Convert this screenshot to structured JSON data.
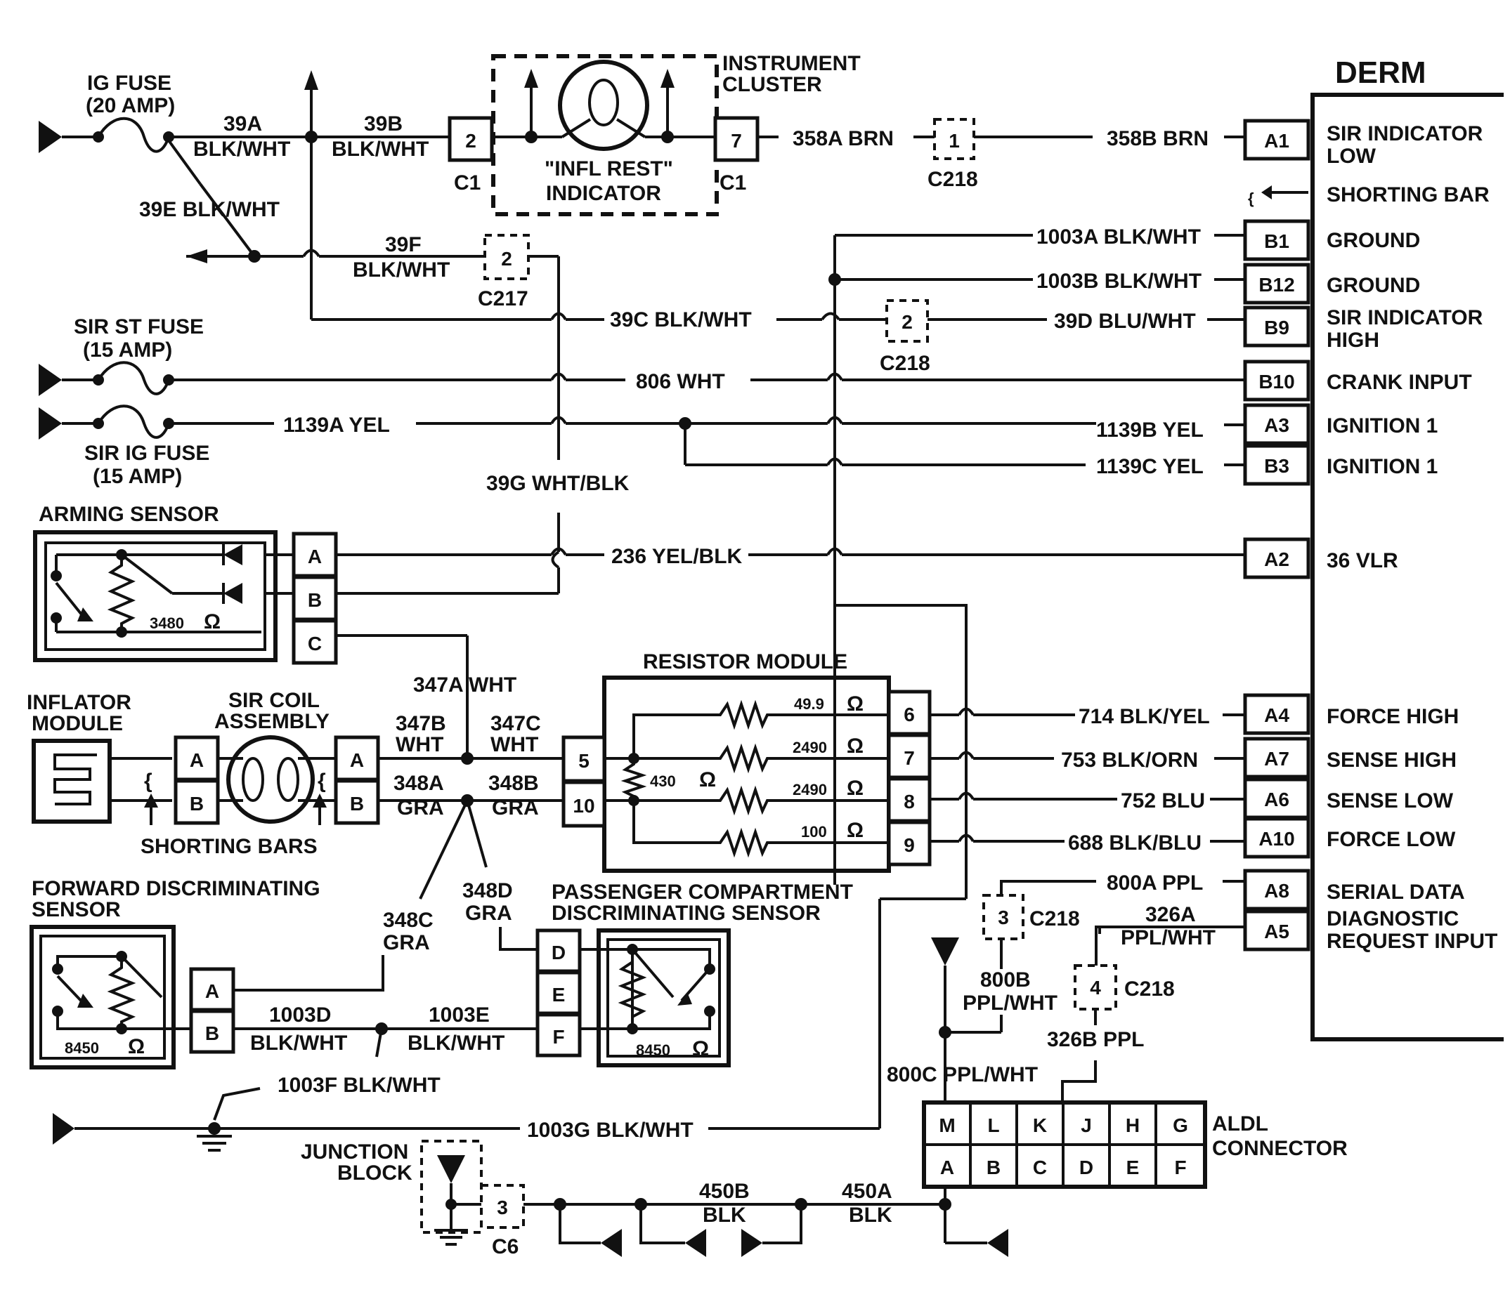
{
  "labels": {
    "derm": "DERM",
    "ig_fuse_1": "IG FUSE",
    "ig_fuse_2": "(20 AMP)",
    "sir_st_fuse_1": "SIR ST FUSE",
    "sir_st_fuse_2": "(15 AMP)",
    "sir_ig_fuse_1": "SIR IG FUSE",
    "sir_ig_fuse_2": "(15 AMP)",
    "instrument_1": "INSTRUMENT",
    "instrument_2": "CLUSTER",
    "infl_1": "\"INFL REST\"",
    "infl_2": "INDICATOR",
    "arming_sensor": "ARMING SENSOR",
    "inflator_1": "INFLATOR",
    "inflator_2": "MODULE",
    "sir_coil_1": "SIR COIL",
    "sir_coil_2": "ASSEMBLY",
    "shorting_bars": "SHORTING BARS",
    "resistor_module": "RESISTOR MODULE",
    "fwd_disc_1": "FORWARD DISCRIMINATING",
    "fwd_disc_2": "SENSOR",
    "pass_disc_1": "PASSENGER COMPARTMENT",
    "pass_disc_2": "DISCRIMINATING SENSOR",
    "junction_1": "JUNCTION",
    "junction_2": "BLOCK",
    "aldl_1": "ALDL",
    "aldl_2": "CONNECTOR",
    "ohm_3480": "3480",
    "ohm_8450_a": "8450",
    "ohm_8450_b": "8450",
    "ohm_symbol": "Ω",
    "r_49_9": "49.9",
    "r_2490_a": "2490",
    "r_2490_b": "2490",
    "r_100": "100",
    "r_430": "430"
  },
  "derm_pins": [
    {
      "pin": "A1",
      "func1": "SIR INDICATOR",
      "func2": "LOW"
    },
    {
      "pin": "",
      "func1": "SHORTING BAR",
      "func2": ""
    },
    {
      "pin": "B1",
      "func1": "GROUND",
      "func2": ""
    },
    {
      "pin": "B12",
      "func1": "GROUND",
      "func2": ""
    },
    {
      "pin": "B9",
      "func1": "SIR INDICATOR",
      "func2": "HIGH"
    },
    {
      "pin": "B10",
      "func1": "CRANK INPUT",
      "func2": ""
    },
    {
      "pin": "A3",
      "func1": "IGNITION 1",
      "func2": ""
    },
    {
      "pin": "B3",
      "func1": "IGNITION 1",
      "func2": ""
    },
    {
      "pin": "A2",
      "func1": "36 VLR",
      "func2": ""
    },
    {
      "pin": "A4",
      "func1": "FORCE HIGH",
      "func2": ""
    },
    {
      "pin": "A7",
      "func1": "SENSE HIGH",
      "func2": ""
    },
    {
      "pin": "A6",
      "func1": "SENSE LOW",
      "func2": ""
    },
    {
      "pin": "A10",
      "func1": "FORCE LOW",
      "func2": ""
    },
    {
      "pin": "A8",
      "func1": "SERIAL DATA",
      "func2": ""
    },
    {
      "pin": "A5",
      "func1": "DIAGNOSTIC",
      "func2": "REQUEST INPUT"
    }
  ],
  "wires": {
    "w39a_1": "39A",
    "w39a_2": "BLK/WHT",
    "w39b_1": "39B",
    "w39b_2": "BLK/WHT",
    "w39e": "39E BLK/WHT",
    "w39f_1": "39F",
    "w39f_2": "BLK/WHT",
    "w358a": "358A BRN",
    "w358b": "358B BRN",
    "w1003a": "1003A BLK/WHT",
    "w1003b": "1003B BLK/WHT",
    "w39c": "39C BLK/WHT",
    "w39d": "39D BLU/WHT",
    "w806": "806 WHT",
    "w1139a": "1139A YEL",
    "w1139b": "1139B YEL",
    "w1139c": "1139C YEL",
    "w39g": "39G WHT/BLK",
    "w236": "236 YEL/BLK",
    "w347a": "347A WHT",
    "w347b_1": "347B",
    "w347b_2": "WHT",
    "w347c_1": "347C",
    "w347c_2": "WHT",
    "w348a_1": "348A",
    "w348a_2": "GRA",
    "w348b_1": "348B",
    "w348b_2": "GRA",
    "w348c_1": "348C",
    "w348c_2": "GRA",
    "w348d_1": "348D",
    "w348d_2": "GRA",
    "w714": "714 BLK/YEL",
    "w753": "753 BLK/ORN",
    "w752": "752 BLU",
    "w688": "688 BLK/BLU",
    "w800a": "800A PPL",
    "w326a_1": "326A",
    "w326a_2": "PPL/WHT",
    "w800b_1": "800B",
    "w800b_2": "PPL/WHT",
    "w326b": "326B PPL",
    "w800c": "800C PPL/WHT",
    "w1003d_1": "1003D",
    "w1003d_2": "BLK/WHT",
    "w1003e_1": "1003E",
    "w1003e_2": "BLK/WHT",
    "w1003f": "1003F BLK/WHT",
    "w1003g": "1003G BLK/WHT",
    "w450b_1": "450B",
    "w450b_2": "BLK",
    "w450a_1": "450A",
    "w450a_2": "BLK"
  },
  "connectors": {
    "c1_left_pin": "2",
    "c1_left": "C1",
    "c1_right_pin": "7",
    "c1_right": "C1",
    "c218_a_pin": "1",
    "c218_a": "C218",
    "c217_pin": "2",
    "c217": "C217",
    "c218_b_pin": "2",
    "c218_b": "C218",
    "c218_c_pin": "3",
    "c218_c": "C218",
    "c218_d_pin": "4",
    "c218_d": "C218",
    "c6_pin": "3",
    "c6": "C6",
    "arming_pins": [
      "A",
      "B",
      "C"
    ],
    "inflator_pins": [
      "A",
      "B"
    ],
    "coil_pins": [
      "A",
      "B"
    ],
    "resistor_in": [
      "5",
      "10"
    ],
    "resistor_out": [
      "6",
      "7",
      "8",
      "9"
    ],
    "fwd_pins": [
      "A",
      "B"
    ],
    "pass_pins": [
      "D",
      "E",
      "F"
    ],
    "aldl_top": [
      "M",
      "L",
      "K",
      "J",
      "H",
      "G"
    ],
    "aldl_bottom": [
      "A",
      "B",
      "C",
      "D",
      "E",
      "F"
    ]
  }
}
